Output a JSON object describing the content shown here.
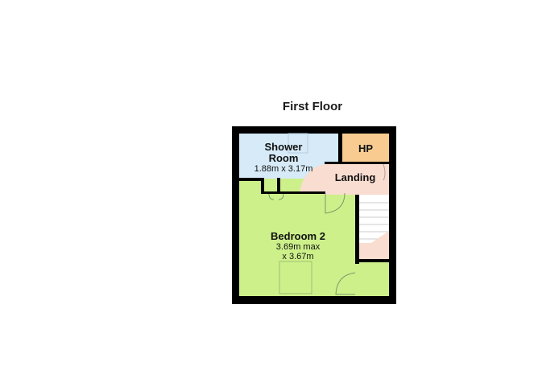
{
  "plan": {
    "title": "First Floor",
    "colors": {
      "wall": "#000000",
      "shower_room": "#d6eaf7",
      "hp": "#f8cc90",
      "landing": "#f9ddd0",
      "bedroom": "#cdf08a",
      "stairs": "#ffffff"
    },
    "rooms": [
      {
        "name": "Shower\nRoom",
        "name_line1": "Shower",
        "name_line2": "Room",
        "dimensions": "1.88m x 3.17m"
      },
      {
        "name": "HP"
      },
      {
        "name": "Landing"
      },
      {
        "name": "Bedroom 2",
        "dimensions_line1": "3.69m max",
        "dimensions_line2": "x 3.67m"
      }
    ]
  }
}
